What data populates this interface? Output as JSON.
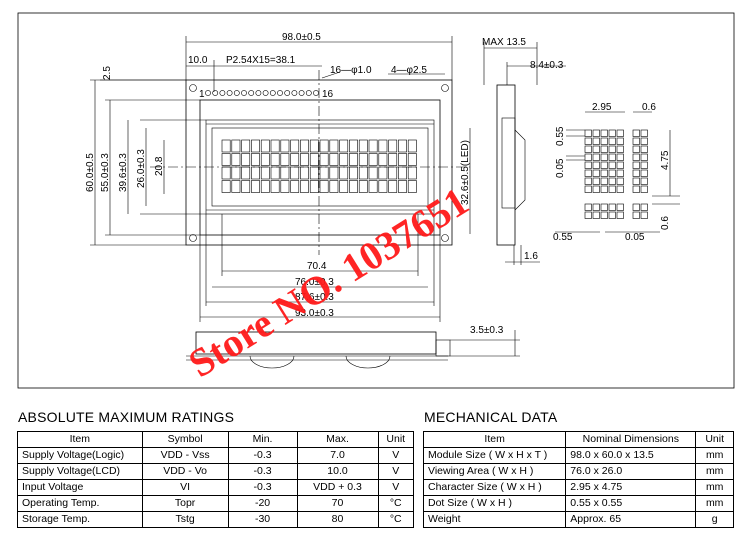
{
  "drawing": {
    "dims": {
      "overall_width": "98.0±0.5",
      "max_thickness": "MAX  13.5",
      "pitch_left": "10.0",
      "pitch": "P2.54X15=38.1",
      "pin_hole": "16—φ1.0",
      "mount_hole": "4—φ2.5",
      "top_offset": "2.5",
      "pcb_thickness": "8.4±0.3",
      "overall_height": "60.0±0.5",
      "bezel_height": "55.0±0.3",
      "viewing_height": "39.6±0.3",
      "va_height": "26.0±0.3",
      "char_area_height": "20.8",
      "led_height": "32.6±0.5(LED)",
      "char_area_width": "70.4",
      "va_width": "76.0±0.3",
      "viewing_width": "87.6±0.3",
      "bezel_width": "93.0±0.3",
      "side_bottom": "1.6",
      "backlight_thickness": "3.5±0.3",
      "pin_first": "1",
      "pin_last": "16"
    },
    "char_detail": {
      "char_w": "2.95",
      "gap_w": "0.6",
      "dot_gap_a": "0.55",
      "dot_gap_b": "0.05",
      "char_h": "4.75",
      "gap_h": "0.6",
      "dot_w": "0.55",
      "dot_sp": "0.05"
    }
  },
  "watermark": "Store NO. 1037651",
  "absolute_ratings": {
    "title": "ABSOLUTE MAXIMUM RATINGS",
    "headers": [
      "Item",
      "Symbol",
      "Min.",
      "Max.",
      "Unit"
    ],
    "rows": [
      [
        "Supply Voltage(Logic)",
        "VDD - Vss",
        "-0.3",
        "7.0",
        "V"
      ],
      [
        "Supply Voltage(LCD)",
        "VDD - Vo",
        "-0.3",
        "10.0",
        "V"
      ],
      [
        "Input  Voltage",
        "VI",
        "-0.3",
        "VDD + 0.3",
        "V"
      ],
      [
        "Operating Temp.",
        "Topr",
        "-20",
        "70",
        "°C"
      ],
      [
        "Storage Temp.",
        "Tstg",
        "-30",
        "80",
        "°C"
      ]
    ]
  },
  "mechanical": {
    "title": "MECHANICAL DATA",
    "headers": [
      "Item",
      "Nominal Dimensions",
      "Unit"
    ],
    "rows": [
      [
        "Module Size ( W x H x T )",
        "98.0 x 60.0 x 13.5",
        "mm"
      ],
      [
        "Viewing Area ( W x H )",
        "76.0 x 26.0",
        "mm"
      ],
      [
        "Character Size ( W x H )",
        "2.95 x 4.75",
        "mm"
      ],
      [
        "Dot Size ( W x H )",
        "0.55 x 0.55",
        "mm"
      ],
      [
        "Weight",
        "Approx.  65",
        "g"
      ]
    ]
  }
}
